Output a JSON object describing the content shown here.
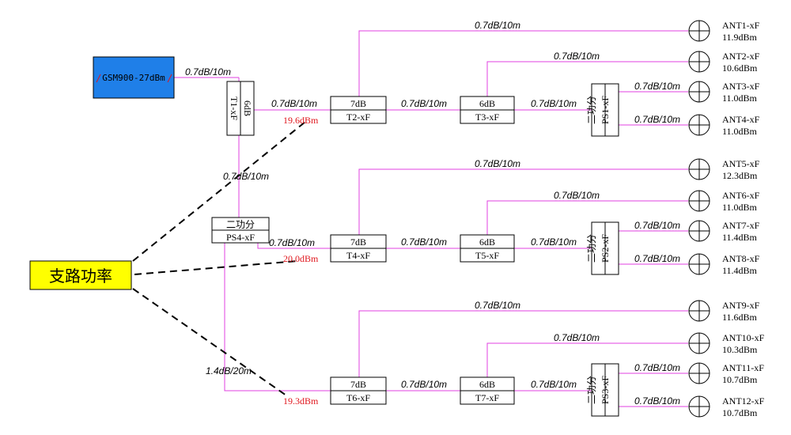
{
  "colors": {
    "line": "#e040e0",
    "source_fill": "#1f7fe8",
    "callout_fill": "#ffff00",
    "power_text": "#e0161d"
  },
  "source_label": "GSM900-27dBm",
  "callout_label": "支路功率",
  "cable_labels": {
    "src_t1": "0.7dB/10m",
    "t1_t2": "0.7dB/10m",
    "t1_ps4": "0.7dB/10m",
    "ps4_t4": "0.7dB/10m",
    "ps4_t6": "1.4dB/20m",
    "t2_ant1": "0.7dB/10m",
    "t2_t3": "0.7dB/10m",
    "t3_ant2": "0.7dB/10m",
    "t3_ps1": "0.7dB/10m",
    "ps1_ant3": "0.7dB/10m",
    "ps1_ant4": "0.7dB/10m",
    "t4_ant5": "0.7dB/10m",
    "t4_t5": "0.7dB/10m",
    "t5_ant6": "0.7dB/10m",
    "t5_ps2": "0.7dB/10m",
    "ps2_ant7": "0.7dB/10m",
    "ps2_ant8": "0.7dB/10m",
    "t6_ant9": "0.7dB/10m",
    "t6_t7": "0.7dB/10m",
    "t7_ant10": "0.7dB/10m",
    "t7_ps3": "0.7dB/10m",
    "ps3_ant11": "0.7dB/10m",
    "ps3_ant12": "0.7dB/10m"
  },
  "branch_powers": {
    "t2": "19.6dBm",
    "t4": "20.0dBm",
    "t6": "19.3dBm"
  },
  "components": {
    "t1": {
      "top": "6dB",
      "bottom": "T1-xF"
    },
    "ps4": {
      "top": "二功分",
      "bottom": "PS4-xF"
    },
    "t2": {
      "top": "7dB",
      "bottom": "T2-xF"
    },
    "t3": {
      "top": "6dB",
      "bottom": "T3-xF"
    },
    "ps1": {
      "top": "二功分",
      "bottom": "PS1-xF"
    },
    "t4": {
      "top": "7dB",
      "bottom": "T4-xF"
    },
    "t5": {
      "top": "6dB",
      "bottom": "T5-xF"
    },
    "ps2": {
      "top": "二功分",
      "bottom": "PS2-xF"
    },
    "t6": {
      "top": "7dB",
      "bottom": "T6-xF"
    },
    "t7": {
      "top": "6dB",
      "bottom": "T7-xF"
    },
    "ps3": {
      "top": "二功分",
      "bottom": "PS3-xF"
    }
  },
  "antennas": [
    {
      "name": "ANT1-xF",
      "power": "11.9dBm"
    },
    {
      "name": "ANT2-xF",
      "power": "10.6dBm"
    },
    {
      "name": "ANT3-xF",
      "power": "11.0dBm"
    },
    {
      "name": "ANT4-xF",
      "power": "11.0dBm"
    },
    {
      "name": "ANT5-xF",
      "power": "12.3dBm"
    },
    {
      "name": "ANT6-xF",
      "power": "11.0dBm"
    },
    {
      "name": "ANT7-xF",
      "power": "11.4dBm"
    },
    {
      "name": "ANT8-xF",
      "power": "11.4dBm"
    },
    {
      "name": "ANT9-xF",
      "power": "11.6dBm"
    },
    {
      "name": "ANT10-xF",
      "power": "10.3dBm"
    },
    {
      "name": "ANT11-xF",
      "power": "10.7dBm"
    },
    {
      "name": "ANT12-xF",
      "power": "10.7dBm"
    }
  ]
}
